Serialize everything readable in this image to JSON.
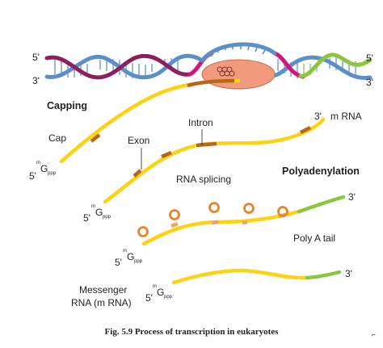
{
  "strand": {
    "left_top": "5'",
    "left_bottom": "3'",
    "right_top": "5'",
    "right_bottom": "3'"
  },
  "stages": {
    "capping": "Capping",
    "cap": "Cap",
    "exon": "Exon",
    "intron": "Intron",
    "mrna_end": "3'",
    "mrna": "m RNA",
    "rna_splicing": "RNA splicing",
    "polyadenylation": "Polyadenylation",
    "poly_a_tail": "Poly A tail",
    "end_3": "3'",
    "messenger_rna_line1": "Messenger",
    "messenger_rna_line2": "RNA (m RNA)"
  },
  "cap_label": {
    "prime": "5'",
    "base": "G",
    "m": "m",
    "ppp": "ppp"
  },
  "caption": "Fig. 5.9 Process of transcription in eukaryotes",
  "colors": {
    "dna_blue": "#5b8fc7",
    "dna_purple": "#8e1f5e",
    "dna_magenta": "#d4147e",
    "dna_green": "#8cc63f",
    "rna_yellow": "#fcd212",
    "rna_brown": "#b5671e",
    "tail_green": "#8cc63f",
    "polymerase": "#f29a7e",
    "cap_orange": "#e8852a"
  }
}
